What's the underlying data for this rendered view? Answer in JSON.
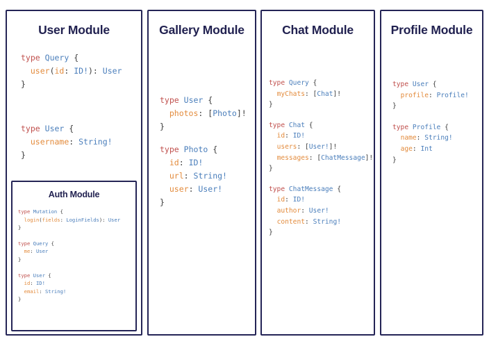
{
  "colors": {
    "panel_border": "#242456",
    "title": "#212150",
    "keyword": "#c0504d",
    "type_name": "#4a7ebb",
    "field_name": "#e38b3c",
    "punctuation": "#3b3b3b",
    "background": "#ffffff"
  },
  "modules": {
    "user": {
      "title": "User Module",
      "blocks": [
        {
          "lines": [
            [
              {
                "t": "type",
                "c": "k"
              },
              {
                "t": " ",
                "c": "p"
              },
              {
                "t": "Query",
                "c": "t"
              },
              {
                "t": " {",
                "c": "p"
              }
            ],
            [
              {
                "t": "  ",
                "c": "p"
              },
              {
                "t": "user",
                "c": "f"
              },
              {
                "t": "(",
                "c": "p"
              },
              {
                "t": "id",
                "c": "f"
              },
              {
                "t": ": ",
                "c": "p"
              },
              {
                "t": "ID!",
                "c": "t"
              },
              {
                "t": "): ",
                "c": "p"
              },
              {
                "t": "User",
                "c": "t"
              }
            ],
            [
              {
                "t": "}",
                "c": "p"
              }
            ]
          ]
        },
        {
          "lines": [
            [
              {
                "t": "type",
                "c": "k"
              },
              {
                "t": " ",
                "c": "p"
              },
              {
                "t": "User",
                "c": "t"
              },
              {
                "t": " {",
                "c": "p"
              }
            ],
            [
              {
                "t": "  ",
                "c": "p"
              },
              {
                "t": "username",
                "c": "f"
              },
              {
                "t": ": ",
                "c": "p"
              },
              {
                "t": "String!",
                "c": "t"
              }
            ],
            [
              {
                "t": "}",
                "c": "p"
              }
            ]
          ]
        }
      ]
    },
    "auth": {
      "title": "Auth Module",
      "blocks": [
        {
          "lines": [
            [
              {
                "t": "type",
                "c": "k"
              },
              {
                "t": " ",
                "c": "p"
              },
              {
                "t": "Mutation",
                "c": "t"
              },
              {
                "t": " {",
                "c": "p"
              }
            ],
            [
              {
                "t": "  ",
                "c": "p"
              },
              {
                "t": "login",
                "c": "f"
              },
              {
                "t": "(",
                "c": "p"
              },
              {
                "t": "fields",
                "c": "f"
              },
              {
                "t": ": ",
                "c": "p"
              },
              {
                "t": "LoginFields",
                "c": "t"
              },
              {
                "t": "): ",
                "c": "p"
              },
              {
                "t": "User",
                "c": "t"
              }
            ],
            [
              {
                "t": "}",
                "c": "p"
              }
            ]
          ]
        },
        {
          "lines": [
            [
              {
                "t": "type",
                "c": "k"
              },
              {
                "t": " ",
                "c": "p"
              },
              {
                "t": "Query",
                "c": "t"
              },
              {
                "t": " {",
                "c": "p"
              }
            ],
            [
              {
                "t": "  ",
                "c": "p"
              },
              {
                "t": "me",
                "c": "f"
              },
              {
                "t": ": ",
                "c": "p"
              },
              {
                "t": "User",
                "c": "t"
              }
            ],
            [
              {
                "t": "}",
                "c": "p"
              }
            ]
          ]
        },
        {
          "lines": [
            [
              {
                "t": "type",
                "c": "k"
              },
              {
                "t": " ",
                "c": "p"
              },
              {
                "t": "User",
                "c": "t"
              },
              {
                "t": " {",
                "c": "p"
              }
            ],
            [
              {
                "t": "  ",
                "c": "p"
              },
              {
                "t": "id",
                "c": "f"
              },
              {
                "t": ": ",
                "c": "p"
              },
              {
                "t": "ID!",
                "c": "t"
              }
            ],
            [
              {
                "t": "  ",
                "c": "p"
              },
              {
                "t": "email",
                "c": "f"
              },
              {
                "t": ": ",
                "c": "p"
              },
              {
                "t": "String!",
                "c": "t"
              }
            ],
            [
              {
                "t": "}",
                "c": "p"
              }
            ]
          ]
        }
      ]
    },
    "gallery": {
      "title": "Gallery Module",
      "blocks": [
        {
          "lines": [
            [
              {
                "t": "type",
                "c": "k"
              },
              {
                "t": " ",
                "c": "p"
              },
              {
                "t": "User",
                "c": "t"
              },
              {
                "t": " {",
                "c": "p"
              }
            ],
            [
              {
                "t": "  ",
                "c": "p"
              },
              {
                "t": "photos",
                "c": "f"
              },
              {
                "t": ": [",
                "c": "p"
              },
              {
                "t": "Photo",
                "c": "t"
              },
              {
                "t": "]!",
                "c": "p"
              }
            ],
            [
              {
                "t": "}",
                "c": "p"
              }
            ]
          ]
        },
        {
          "lines": [
            [
              {
                "t": "type",
                "c": "k"
              },
              {
                "t": " ",
                "c": "p"
              },
              {
                "t": "Photo",
                "c": "t"
              },
              {
                "t": " {",
                "c": "p"
              }
            ],
            [
              {
                "t": "  ",
                "c": "p"
              },
              {
                "t": "id",
                "c": "f"
              },
              {
                "t": ": ",
                "c": "p"
              },
              {
                "t": "ID!",
                "c": "t"
              }
            ],
            [
              {
                "t": "  ",
                "c": "p"
              },
              {
                "t": "url",
                "c": "f"
              },
              {
                "t": ": ",
                "c": "p"
              },
              {
                "t": "String!",
                "c": "t"
              }
            ],
            [
              {
                "t": "  ",
                "c": "p"
              },
              {
                "t": "user",
                "c": "f"
              },
              {
                "t": ": ",
                "c": "p"
              },
              {
                "t": "User!",
                "c": "t"
              }
            ],
            [
              {
                "t": "}",
                "c": "p"
              }
            ]
          ]
        }
      ]
    },
    "chat": {
      "title": "Chat Module",
      "blocks": [
        {
          "lines": [
            [
              {
                "t": "type",
                "c": "k"
              },
              {
                "t": " ",
                "c": "p"
              },
              {
                "t": "Query",
                "c": "t"
              },
              {
                "t": " {",
                "c": "p"
              }
            ],
            [
              {
                "t": "  ",
                "c": "p"
              },
              {
                "t": "myChats",
                "c": "f"
              },
              {
                "t": ": [",
                "c": "p"
              },
              {
                "t": "Chat",
                "c": "t"
              },
              {
                "t": "]!",
                "c": "p"
              }
            ],
            [
              {
                "t": "}",
                "c": "p"
              }
            ]
          ]
        },
        {
          "lines": [
            [
              {
                "t": "type",
                "c": "k"
              },
              {
                "t": " ",
                "c": "p"
              },
              {
                "t": "Chat",
                "c": "t"
              },
              {
                "t": " {",
                "c": "p"
              }
            ],
            [
              {
                "t": "  ",
                "c": "p"
              },
              {
                "t": "id",
                "c": "f"
              },
              {
                "t": ": ",
                "c": "p"
              },
              {
                "t": "ID!",
                "c": "t"
              }
            ],
            [
              {
                "t": "  ",
                "c": "p"
              },
              {
                "t": "users",
                "c": "f"
              },
              {
                "t": ": [",
                "c": "p"
              },
              {
                "t": "User!",
                "c": "t"
              },
              {
                "t": "]!",
                "c": "p"
              }
            ],
            [
              {
                "t": "  ",
                "c": "p"
              },
              {
                "t": "messages",
                "c": "f"
              },
              {
                "t": ": [",
                "c": "p"
              },
              {
                "t": "ChatMessage",
                "c": "t"
              },
              {
                "t": "]!",
                "c": "p"
              }
            ],
            [
              {
                "t": "}",
                "c": "p"
              }
            ]
          ]
        },
        {
          "lines": [
            [
              {
                "t": "type",
                "c": "k"
              },
              {
                "t": " ",
                "c": "p"
              },
              {
                "t": "ChatMessage",
                "c": "t"
              },
              {
                "t": " {",
                "c": "p"
              }
            ],
            [
              {
                "t": "  ",
                "c": "p"
              },
              {
                "t": "id",
                "c": "f"
              },
              {
                "t": ": ",
                "c": "p"
              },
              {
                "t": "ID!",
                "c": "t"
              }
            ],
            [
              {
                "t": "  ",
                "c": "p"
              },
              {
                "t": "author",
                "c": "f"
              },
              {
                "t": ": ",
                "c": "p"
              },
              {
                "t": "User!",
                "c": "t"
              }
            ],
            [
              {
                "t": "  ",
                "c": "p"
              },
              {
                "t": "content",
                "c": "f"
              },
              {
                "t": ": ",
                "c": "p"
              },
              {
                "t": "String!",
                "c": "t"
              }
            ],
            [
              {
                "t": "}",
                "c": "p"
              }
            ]
          ]
        }
      ]
    },
    "profile": {
      "title": "Profile Module",
      "blocks": [
        {
          "lines": [
            [
              {
                "t": "type",
                "c": "k"
              },
              {
                "t": " ",
                "c": "p"
              },
              {
                "t": "User",
                "c": "t"
              },
              {
                "t": " {",
                "c": "p"
              }
            ],
            [
              {
                "t": "  ",
                "c": "p"
              },
              {
                "t": "profile",
                "c": "f"
              },
              {
                "t": ": ",
                "c": "p"
              },
              {
                "t": "Profile!",
                "c": "t"
              }
            ],
            [
              {
                "t": "}",
                "c": "p"
              }
            ]
          ]
        },
        {
          "lines": [
            [
              {
                "t": "type",
                "c": "k"
              },
              {
                "t": " ",
                "c": "p"
              },
              {
                "t": "Profile",
                "c": "t"
              },
              {
                "t": " {",
                "c": "p"
              }
            ],
            [
              {
                "t": "  ",
                "c": "p"
              },
              {
                "t": "name",
                "c": "f"
              },
              {
                "t": ": ",
                "c": "p"
              },
              {
                "t": "String!",
                "c": "t"
              }
            ],
            [
              {
                "t": "  ",
                "c": "p"
              },
              {
                "t": "age",
                "c": "f"
              },
              {
                "t": ": ",
                "c": "p"
              },
              {
                "t": "Int",
                "c": "t"
              }
            ],
            [
              {
                "t": "}",
                "c": "p"
              }
            ]
          ]
        }
      ]
    }
  }
}
